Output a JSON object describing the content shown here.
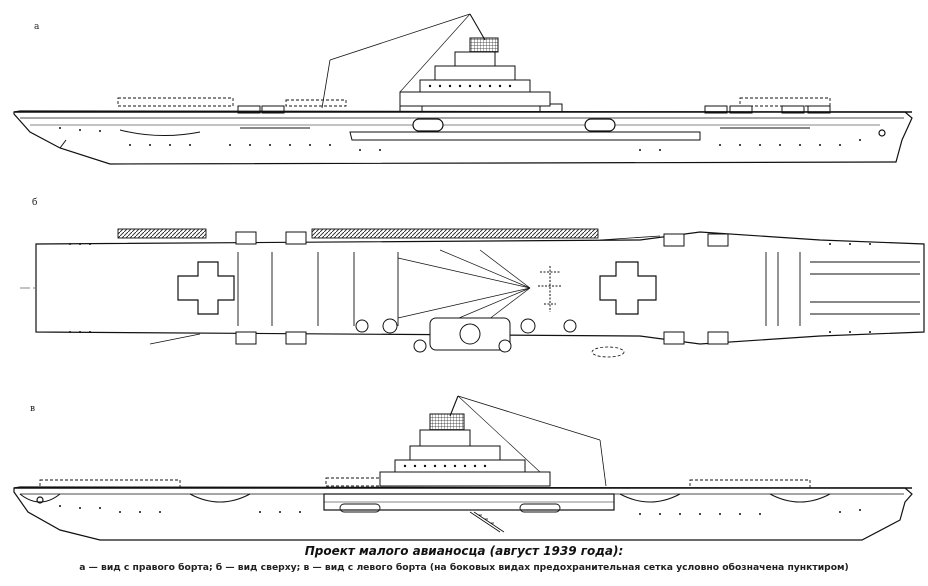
{
  "views": {
    "side_right": {
      "label": "а"
    },
    "top": {
      "label": "б"
    },
    "side_left": {
      "label": "в"
    }
  },
  "caption": {
    "title": "Проект малого авианосца (август 1939 года):",
    "legend": "а — вид с правого борта; б — вид сверху; в — вид с левого борта (на боковых видах предохранительная сетка условно обозначена пунктиром)"
  },
  "colors": {
    "line": "#111111",
    "hatch": "#333333",
    "paper": "#ffffff"
  }
}
